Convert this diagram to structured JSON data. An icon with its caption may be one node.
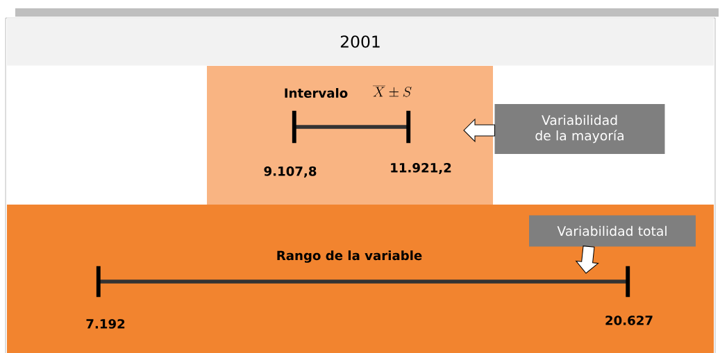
{
  "diagram": {
    "nodes": [
      {
        "text": [
          "2001"
        ]
      },
      {
        "text": [
          "Intervalo",
          "\\overline{X} \\pm S",
          "9.107,8",
          "11.921,2"
        ]
      },
      {
        "text": [],
        "shape": "bar",
        "in": 1
      },
      {
        "text": [
          "Variabilidad de la mayoría"
        ]
      },
      {
        "text": [
          "Rango de la variable",
          "7.192",
          "20.627"
        ]
      },
      {
        "text": [
          "Variabilidad total"
        ],
        "in": 4
      },
      {
        "text": [],
        "shape": "bar",
        "in": 4
      }
    ],
    "edges": [
      {
        "from": 3,
        "to": 1,
        "arrow": "to"
      },
      {
        "from": 5,
        "to": 6,
        "arrow": "to"
      }
    ]
  }
}
